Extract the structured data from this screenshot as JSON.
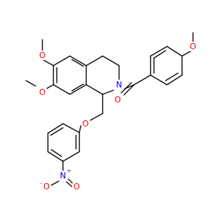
{
  "colors": {
    "bond": "#000000",
    "oxygen": "#ff0000",
    "nitrogen": "#0000ff",
    "background": "#ffffff"
  },
  "atoms": {
    "o_methoxy_top": "O",
    "o_methoxy_left": "O",
    "o_methoxy_right": "O",
    "n_ring": "N",
    "o_carbonyl": "O",
    "o_ether": "O",
    "n_nitro": "N",
    "n_nitro_charge": "+",
    "o_nitro_left": "O",
    "o_nitro_left_charge": "-",
    "o_nitro_right": "O"
  }
}
